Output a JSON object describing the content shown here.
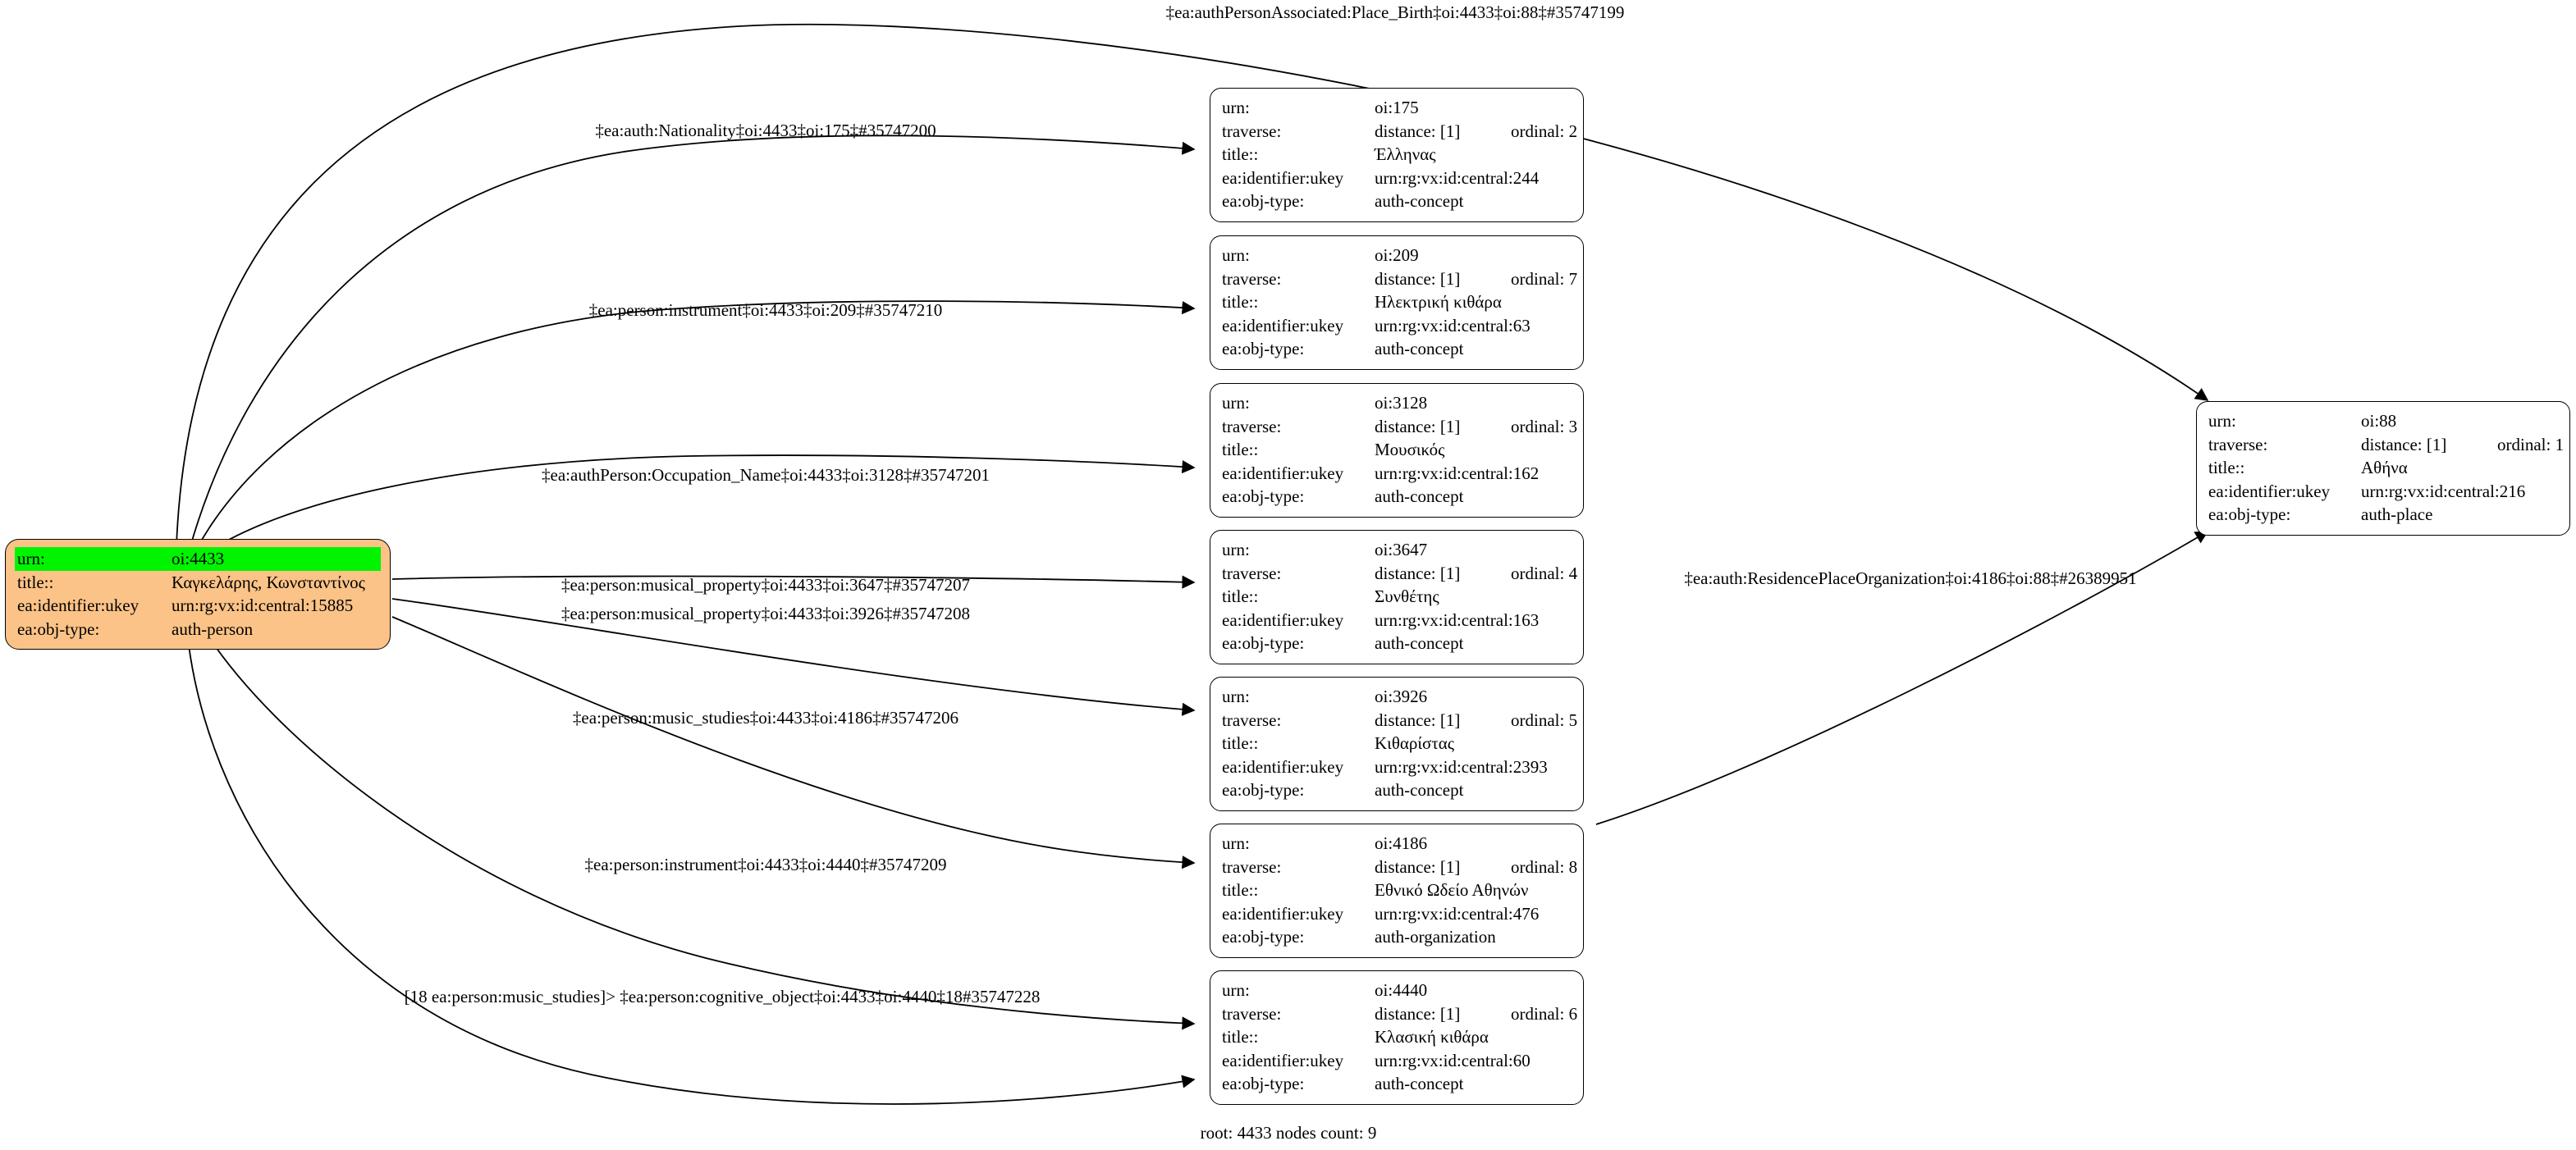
{
  "graph": {
    "footer": "root: 4433 nodes count: 9",
    "field_labels": {
      "urn": "urn:",
      "traverse": "traverse:",
      "title": "title::",
      "ukey": "ea:identifier:ukey",
      "objtype": "ea:obj-type:"
    },
    "colors": {
      "root_fill": "#fbc387",
      "highlight_fill": "#00f400",
      "node_fill": "#ffffff",
      "stroke": "#000000"
    }
  },
  "nodes": [
    {
      "id": "root",
      "urn": "oi:4433",
      "traverse": "",
      "ordinal": "",
      "title": "Καγκελάρης, Κωνσταντίνος",
      "ukey": "urn:rg:vx:id:central:15885",
      "objtype": "auth-person"
    },
    {
      "id": "oi175",
      "urn": "oi:175",
      "traverse": "distance: [1]",
      "ordinal": "ordinal: 2",
      "title": "Έλληνας",
      "ukey": "urn:rg:vx:id:central:244",
      "objtype": "auth-concept"
    },
    {
      "id": "oi209",
      "urn": "oi:209",
      "traverse": "distance: [1]",
      "ordinal": "ordinal: 7",
      "title": "Ηλεκτρική κιθάρα",
      "ukey": "urn:rg:vx:id:central:63",
      "objtype": "auth-concept"
    },
    {
      "id": "oi3128",
      "urn": "oi:3128",
      "traverse": "distance: [1]",
      "ordinal": "ordinal: 3",
      "title": "Μουσικός",
      "ukey": "urn:rg:vx:id:central:162",
      "objtype": "auth-concept"
    },
    {
      "id": "oi3647",
      "urn": "oi:3647",
      "traverse": "distance: [1]",
      "ordinal": "ordinal: 4",
      "title": "Συνθέτης",
      "ukey": "urn:rg:vx:id:central:163",
      "objtype": "auth-concept"
    },
    {
      "id": "oi3926",
      "urn": "oi:3926",
      "traverse": "distance: [1]",
      "ordinal": "ordinal: 5",
      "title": "Κιθαρίστας",
      "ukey": "urn:rg:vx:id:central:2393",
      "objtype": "auth-concept"
    },
    {
      "id": "oi4186",
      "urn": "oi:4186",
      "traverse": "distance: [1]",
      "ordinal": "ordinal: 8",
      "title": "Εθνικό Ωδείο Αθηνών",
      "ukey": "urn:rg:vx:id:central:476",
      "objtype": "auth-organization"
    },
    {
      "id": "oi4440",
      "urn": "oi:4440",
      "traverse": "distance: [1]",
      "ordinal": "ordinal: 6",
      "title": "Κλασική κιθάρα",
      "ukey": "urn:rg:vx:id:central:60",
      "objtype": "auth-concept"
    },
    {
      "id": "oi88",
      "urn": "oi:88",
      "traverse": "distance: [1]",
      "ordinal": "ordinal: 1",
      "title": "Αθήνα",
      "ukey": "urn:rg:vx:id:central:216",
      "objtype": "auth-place"
    }
  ],
  "edges": [
    {
      "id": "e1",
      "label": "‡ea:authPersonAssociated:Place_Birth‡oi:4433‡oi:88‡#35747199"
    },
    {
      "id": "e2",
      "label": "‡ea:auth:Nationality‡oi:4433‡oi:175‡#35747200"
    },
    {
      "id": "e3",
      "label": "‡ea:person:instrument‡oi:4433‡oi:209‡#35747210"
    },
    {
      "id": "e4",
      "label": "‡ea:authPerson:Occupation_Name‡oi:4433‡oi:3128‡#35747201"
    },
    {
      "id": "e5",
      "label": "‡ea:person:musical_property‡oi:4433‡oi:3647‡#35747207"
    },
    {
      "id": "e6",
      "label": "‡ea:person:musical_property‡oi:4433‡oi:3926‡#35747208"
    },
    {
      "id": "e7",
      "label": "‡ea:person:music_studies‡oi:4433‡oi:4186‡#35747206"
    },
    {
      "id": "e8",
      "label": "‡ea:person:instrument‡oi:4433‡oi:4440‡#35747209"
    },
    {
      "id": "e9",
      "label": "[18 ea:person:music_studies]> ‡ea:person:cognitive_object‡oi:4433‡oi:4440‡18#35747228"
    },
    {
      "id": "e10",
      "label": "‡ea:auth:ResidencePlaceOrganization‡oi:4186‡oi:88‡#26389951"
    }
  ]
}
